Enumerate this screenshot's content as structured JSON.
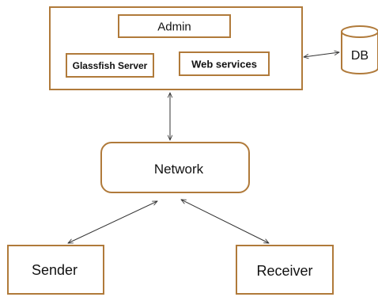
{
  "diagram": {
    "nodes": {
      "server_box": {
        "label": ""
      },
      "admin": {
        "label": "Admin"
      },
      "glassfish": {
        "label": "Glassfish Server"
      },
      "web_services": {
        "label": "Web services"
      },
      "db": {
        "label": "DB"
      },
      "network": {
        "label": "Network"
      },
      "sender": {
        "label": "Sender"
      },
      "receiver": {
        "label": "Receiver"
      }
    },
    "edges": [
      {
        "from": "server_box",
        "to": "db",
        "direction": "both"
      },
      {
        "from": "server_box",
        "to": "network",
        "direction": "both"
      },
      {
        "from": "network",
        "to": "sender",
        "direction": "both"
      },
      {
        "from": "network",
        "to": "receiver",
        "direction": "both"
      }
    ],
    "colors": {
      "border": "#b07a3a",
      "arrow": "#333333",
      "text": "#111111",
      "background": "#ffffff"
    }
  }
}
